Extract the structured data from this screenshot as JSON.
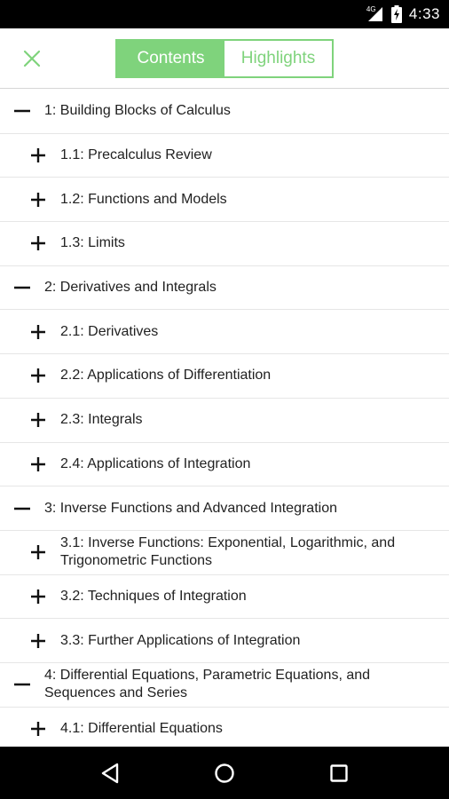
{
  "status_bar": {
    "network": "4G",
    "time": "4:33",
    "battery_icon": "battery-charging-icon",
    "signal_icon": "signal-icon"
  },
  "toolbar": {
    "close_icon": "close-icon",
    "tabs": [
      {
        "label": "Contents",
        "active": true
      },
      {
        "label": "Highlights",
        "active": false
      }
    ],
    "accent_color": "#7fd37c"
  },
  "toc": {
    "items": [
      {
        "level": 1,
        "expanded": true,
        "label": "1: Building Blocks of Calculus"
      },
      {
        "level": 2,
        "expanded": false,
        "label": "1.1: Precalculus Review"
      },
      {
        "level": 2,
        "expanded": false,
        "label": "1.2: Functions and Models"
      },
      {
        "level": 2,
        "expanded": false,
        "label": "1.3: Limits"
      },
      {
        "level": 1,
        "expanded": true,
        "label": "2: Derivatives and Integrals"
      },
      {
        "level": 2,
        "expanded": false,
        "label": "2.1: Derivatives"
      },
      {
        "level": 2,
        "expanded": false,
        "label": "2.2: Applications of Differentiation"
      },
      {
        "level": 2,
        "expanded": false,
        "label": "2.3: Integrals"
      },
      {
        "level": 2,
        "expanded": false,
        "label": "2.4: Applications of Integration"
      },
      {
        "level": 1,
        "expanded": true,
        "label": "3: Inverse Functions and Advanced Integration"
      },
      {
        "level": 2,
        "expanded": false,
        "label": "3.1: Inverse Functions: Exponential, Logarithmic, and Trigonometric Functions"
      },
      {
        "level": 2,
        "expanded": false,
        "label": "3.2: Techniques of Integration"
      },
      {
        "level": 2,
        "expanded": false,
        "label": "3.3: Further Applications of Integration"
      },
      {
        "level": 1,
        "expanded": true,
        "label": "4: Differential Equations, Parametric Equations, and Sequences and Series"
      },
      {
        "level": 2,
        "expanded": false,
        "label": "4.1: Differential Equations"
      }
    ]
  },
  "nav_bar": {
    "back_icon": "back-triangle-icon",
    "home_icon": "home-circle-icon",
    "recents_icon": "recents-square-icon"
  }
}
